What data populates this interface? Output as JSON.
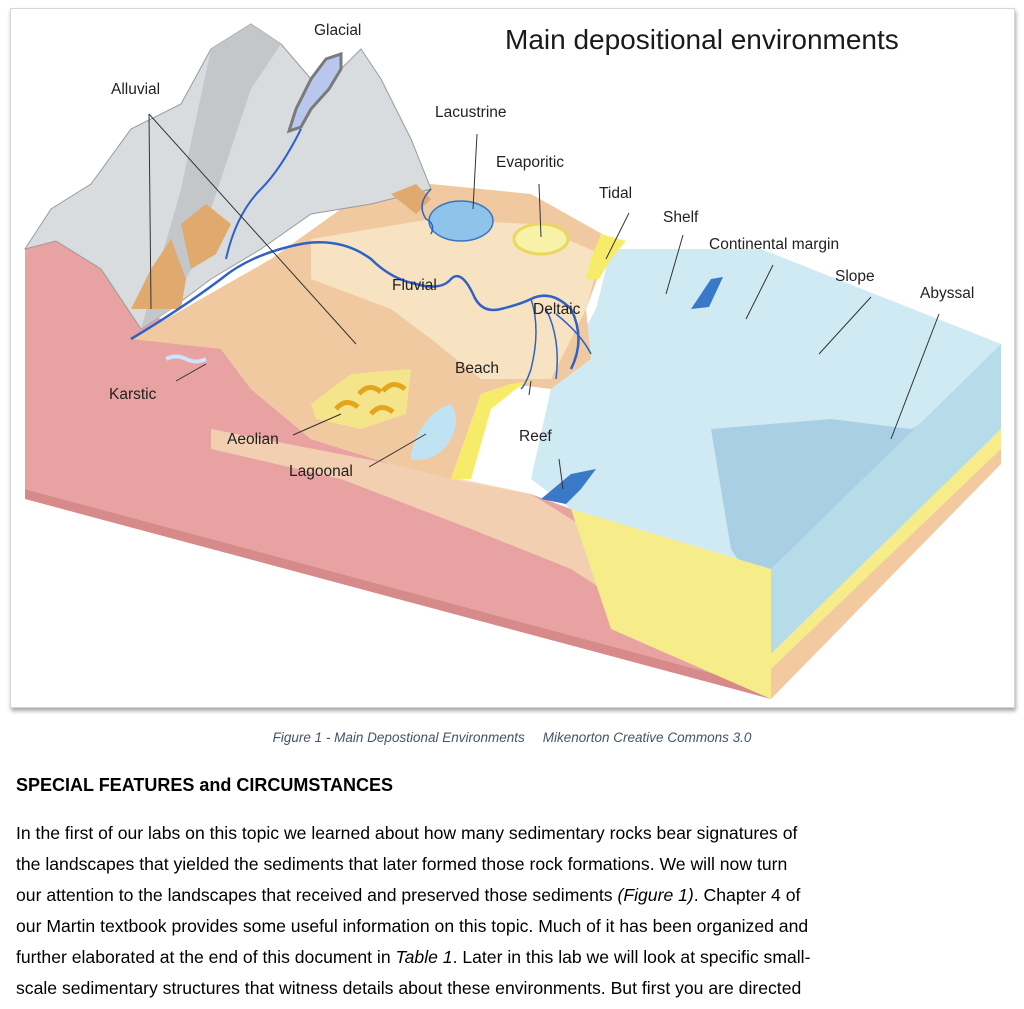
{
  "figure": {
    "title": "Main depositional environments",
    "labels": {
      "glacial": "Glacial",
      "alluvial": "Alluvial",
      "lacustrine": "Lacustrine",
      "evaporitic": "Evaporitic",
      "tidal": "Tidal",
      "shelf": "Shelf",
      "continental_margin": "Continental margin",
      "slope": "Slope",
      "abyssal": "Abyssal",
      "fluvial": "Fluvial",
      "deltaic": "Deltaic",
      "beach": "Beach",
      "karstic": "Karstic",
      "reef": "Reef",
      "aeolian": "Aeolian",
      "lagoonal": "Lagoonal"
    },
    "colors": {
      "mountain": "#d9dcde",
      "land": "#f0c9a0",
      "alluvial_fan": "#e0a96d",
      "sea": "#cfeaf3",
      "deep_sea": "#9cc6e0",
      "crust": "#e8a2a2",
      "sand": "#f7ec6a",
      "river": "#2e62c8",
      "lake": "#8fc4ea"
    }
  },
  "caption": {
    "figure_text": "Figure 1 - Main Depostional Environments",
    "credit": "Mikenorton Creative Commons 3.0"
  },
  "section": {
    "heading": "SPECIAL FEATURES and CIRCUMSTANCES",
    "lines": [
      [
        {
          "t": "In the first of our labs on this topic we learned about how many sedimentary rocks bear signatures of"
        }
      ],
      [
        {
          "t": "the landscapes that yielded the sediments that later formed those rock formations. We will now turn"
        }
      ],
      [
        {
          "t": "our attention to the landscapes that received and preserved those sediments "
        },
        {
          "t": "(Figure 1)",
          "i": true
        },
        {
          "t": ". Chapter 4 of"
        }
      ],
      [
        {
          "t": "our Martin textbook provides some useful information on this topic. Much of it has been organized and"
        }
      ],
      [
        {
          "t": "further elaborated at the end of this document in "
        },
        {
          "t": "Table 1",
          "i": true
        },
        {
          "t": ". Later in this lab we will look at specific small-"
        }
      ],
      [
        {
          "t": "scale sedimentary structures that witness details about these environments. But first you are directed"
        }
      ]
    ]
  }
}
